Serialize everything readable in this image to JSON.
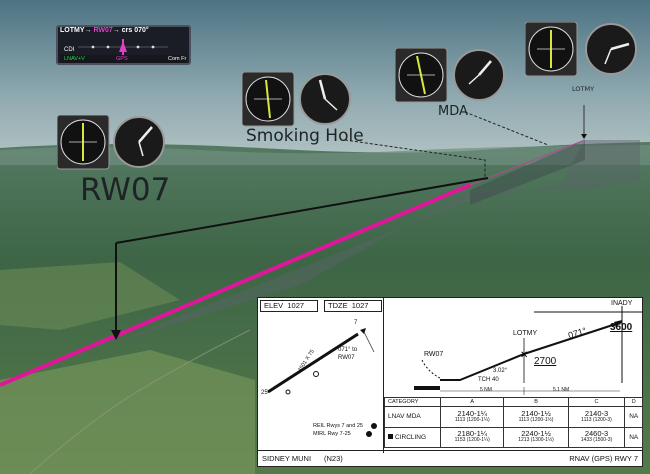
{
  "gps_display": {
    "from_waypoint": "LOTMY",
    "to_waypoint": "RW07",
    "course": "crs 070°",
    "cdi_label": "CDI",
    "nav_mode": "LNAV+V",
    "nav_source": "GPS",
    "com_label": "Com Fr"
  },
  "labels": {
    "runway": "RW07",
    "smoking_hole": "Smoking Hole",
    "mda": "MDA",
    "lotmy_marker": "LOTMY"
  },
  "instrument_panels": [
    {
      "name": "panel-rw07"
    },
    {
      "name": "panel-smoking-hole"
    },
    {
      "name": "panel-mda"
    },
    {
      "name": "panel-lotmy"
    }
  ],
  "approach_plate": {
    "elev_label": "ELEV",
    "elev_value": "1027",
    "tdze_label": "TDZE",
    "tdze_value": "1027",
    "runway_dims": "4501 X 75",
    "runway_end_north": "7",
    "runway_end_south": "25",
    "course_to_rw07": "071° to RW07",
    "profile": {
      "inady": "INADY",
      "inady_alt": "3600",
      "lotmy": "LOTMY",
      "rw07": "RW07",
      "course": "071°",
      "lotmy_alt": "2700",
      "glidepath": "3.02°",
      "tch": "TCH 40",
      "dist1": "5 NM",
      "dist2": "5.1 NM"
    },
    "lighting": [
      "REIL Rwys 7 and 25",
      "MIRL Rwy 7-25"
    ],
    "minima": {
      "headers": [
        "CATEGORY",
        "A",
        "B",
        "C",
        "D"
      ],
      "rows": [
        {
          "category": "LNAV MDA",
          "a": "2140-1¼",
          "a_sub": "1113 (1200-1¼)",
          "b": "2140-1½",
          "b_sub": "1113 (1200-1½)",
          "c": "2140-3",
          "c_sub": "1113 (1200-3)",
          "d": "NA"
        },
        {
          "category": "CIRCLING",
          "a": "2180-1¼",
          "a_sub": "1153 (1200-1¼)",
          "b": "2240-1½",
          "b_sub": "1213 (1300-1½)",
          "c": "2460-3",
          "c_sub": "1433 (1500-3)",
          "d": "NA"
        }
      ]
    },
    "footer_left": "SIDNEY MUNI",
    "footer_id": "(N23)",
    "footer_right": "RNAV (GPS) RWY 7"
  },
  "colors": {
    "sky_top": "#4f7382",
    "sky_bottom": "#a9bcc0",
    "terrain": "#3f6a47",
    "flight_path": "#e0169a",
    "plate_bg": "#ffffff"
  }
}
